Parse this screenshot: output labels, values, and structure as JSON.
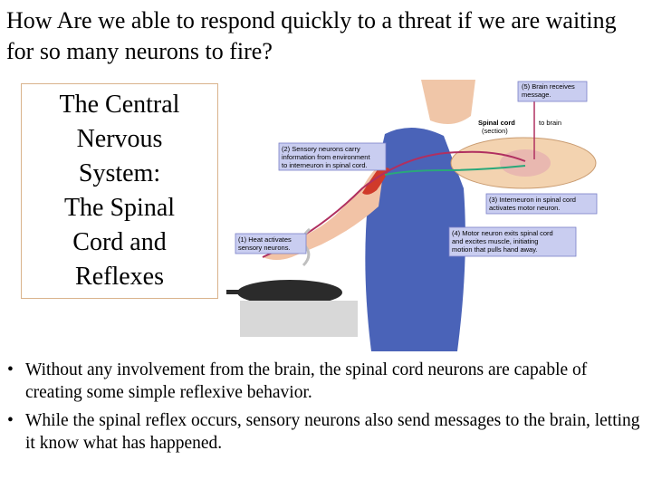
{
  "slide": {
    "title": "How Are we able to respond quickly to a threat if we are waiting for so many neurons to fire?",
    "sidebox_lines": [
      "The Central",
      "Nervous",
      "System:",
      "The Spinal",
      "Cord and",
      "Reflexes"
    ],
    "bullets": [
      "Without any involvement from the brain, the spinal cord neurons are capable of creating some simple reflexive behavior.",
      "While the spinal reflex occurs, sensory neurons also send messages to the brain, letting it know what has happened."
    ],
    "bullet_symbol": "•"
  },
  "figure": {
    "callout_5": [
      "(5) Brain receives",
      "message."
    ],
    "spinal_cord": [
      "Spinal cord",
      "(section)"
    ],
    "to_brain": "to brain",
    "callout_2": [
      "(2) Sensory neurons carry",
      "information from environment",
      "to interneuron in spinal cord."
    ],
    "callout_3": [
      "(3) Interneuron in spinal cord",
      "activates motor neuron."
    ],
    "callout_1": [
      "(1) Heat activates",
      "sensory neurons."
    ],
    "callout_4": [
      "(4) Motor neuron exits spinal cord",
      "and excites muscle, initiating",
      "motion that pulls hand away."
    ]
  },
  "colors": {
    "callout_bg": "#c9cdf0",
    "callout_border": "#7a80c8",
    "sidebox_border": "#d9b38c",
    "sensory_path": "#b03060",
    "motor_path": "#2aa87a"
  }
}
